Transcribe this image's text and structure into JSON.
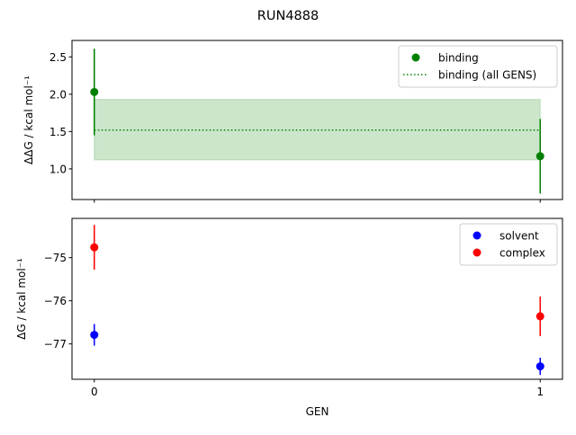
{
  "chart_data": [
    {
      "type": "scatter",
      "title": "RUN4888",
      "xlabel": "",
      "ylabel": "ΔΔG / kcal mol⁻¹",
      "xlim": [
        -0.05,
        1.05
      ],
      "ylim": [
        0.59,
        2.72
      ],
      "yticks": [
        1.0,
        1.5,
        2.0,
        2.5
      ],
      "ytick_labels": [
        "1.0",
        "1.5",
        "2.0",
        "2.5"
      ],
      "xticks": [
        0,
        1
      ],
      "grid": false,
      "legend": "top-right",
      "series": [
        {
          "name": "binding",
          "kind": "errorbar",
          "color": "#008000",
          "x": [
            0,
            1
          ],
          "y": [
            2.03,
            1.17
          ],
          "yerr": [
            0.58,
            0.5
          ]
        },
        {
          "name": "binding (all GENS)",
          "kind": "hline-band",
          "color": "#008000",
          "x": [
            0,
            1
          ],
          "y": 1.52,
          "band": [
            1.12,
            1.93
          ]
        }
      ]
    },
    {
      "type": "scatter",
      "xlabel": "GEN",
      "ylabel": "ΔG / kcal mol⁻¹",
      "xlim": [
        -0.05,
        1.05
      ],
      "ylim": [
        -77.82,
        -74.09
      ],
      "yticks": [
        -77,
        -76,
        -75
      ],
      "ytick_labels": [
        "−77",
        "−76",
        "−75"
      ],
      "xticks": [
        0,
        1
      ],
      "xtick_labels": [
        "0",
        "1"
      ],
      "grid": false,
      "legend": "top-right",
      "series": [
        {
          "name": "solvent",
          "kind": "errorbar",
          "color": "#0000ff",
          "x": [
            0,
            1
          ],
          "y": [
            -76.79,
            -77.52
          ],
          "yerr": [
            0.25,
            0.2
          ]
        },
        {
          "name": "complex",
          "kind": "errorbar",
          "color": "#ff0000",
          "x": [
            0,
            1
          ],
          "y": [
            -74.76,
            -76.36
          ],
          "yerr": [
            0.52,
            0.46
          ]
        }
      ]
    }
  ]
}
